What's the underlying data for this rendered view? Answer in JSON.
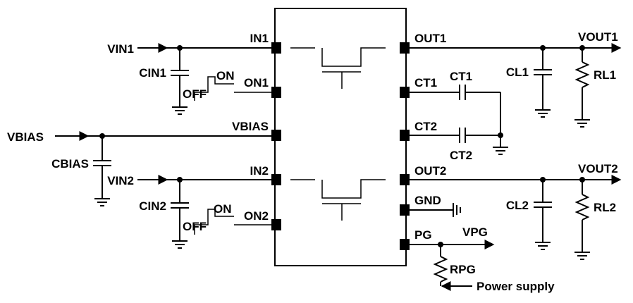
{
  "pins": {
    "in1": "IN1",
    "on1": "ON1",
    "vbias": "VBIAS",
    "in2": "IN2",
    "on2": "ON2",
    "out1": "OUT1",
    "ct1": "CT1",
    "ct2": "CT2",
    "out2": "OUT2",
    "gnd": "GND",
    "pg": "PG"
  },
  "nets": {
    "vin1": "VIN1",
    "vbias": "VBIAS",
    "vin2": "VIN2",
    "vout1": "VOUT1",
    "vout2": "VOUT2",
    "vpg": "VPG",
    "power_supply": "Power supply"
  },
  "components": {
    "cin1": "CIN1",
    "cbias": "CBIAS",
    "cin2": "CIN2",
    "ct1": "CT1",
    "ct2": "CT2",
    "cl1": "CL1",
    "rl1": "RL1",
    "cl2": "CL2",
    "rl2": "RL2",
    "rpg": "RPG"
  },
  "switches": {
    "on_label": "ON",
    "off_label": "OFF"
  }
}
